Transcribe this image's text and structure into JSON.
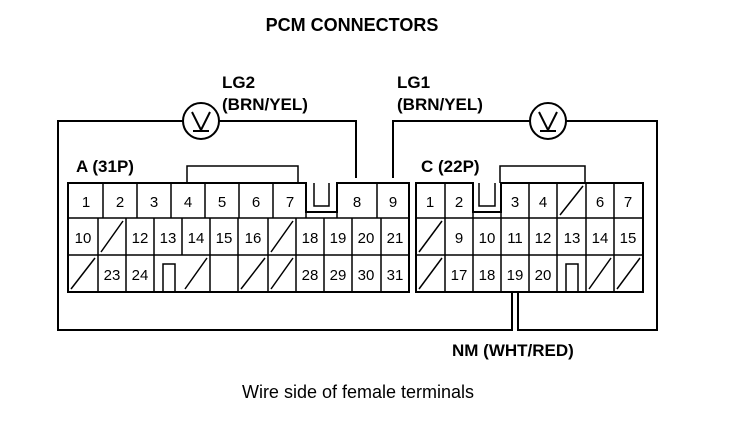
{
  "title": "PCM CONNECTORS",
  "caption": "Wire side of female terminals",
  "meters": [
    {
      "name": "LG2",
      "wire": "(BRN/YEL)",
      "symbol": "V"
    },
    {
      "name": "LG1",
      "wire": "(BRN/YEL)",
      "symbol": "V"
    }
  ],
  "bottom_label": "NM (WHT/RED)",
  "connector_a": {
    "label": "A (31P)",
    "row1": [
      "1",
      "2",
      "3",
      "4",
      "5",
      "6",
      "7",
      "",
      "8",
      "9"
    ],
    "row2": [
      "10",
      "",
      "12",
      "13",
      "14",
      "15",
      "16",
      "",
      "18",
      "19",
      "20",
      "21"
    ],
    "row3": [
      "",
      "23",
      "24",
      "",
      "",
      "",
      "",
      "28",
      "29",
      "30",
      "31"
    ]
  },
  "connector_c": {
    "label": "C (22P)",
    "row1": [
      "1",
      "2",
      "",
      "3",
      "4",
      "",
      "6",
      "7"
    ],
    "row2": [
      "",
      "9",
      "10",
      "11",
      "12",
      "13",
      "14",
      "15"
    ],
    "row3": [
      "",
      "17",
      "18",
      "19",
      "20",
      "",
      ""
    ]
  }
}
